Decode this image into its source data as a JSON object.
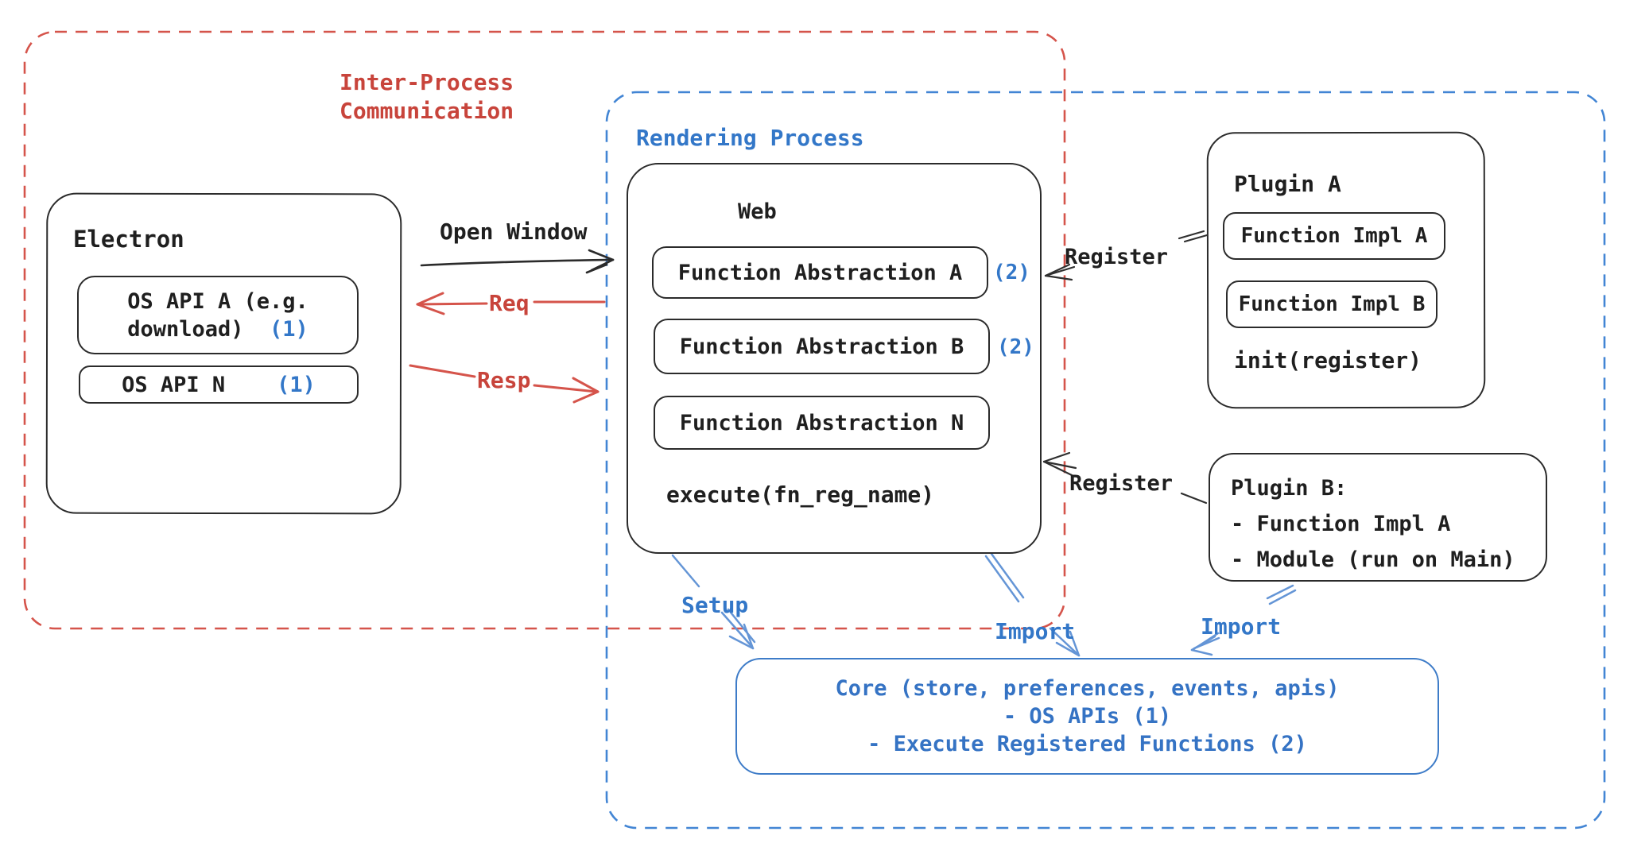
{
  "diagram": {
    "ipc_region": {
      "label_line1": "Inter-Process",
      "label_line2": "Communication"
    },
    "rendering_region": {
      "label": "Rendering Process"
    },
    "electron": {
      "title": "Electron",
      "api_a_line1": "OS API A (e.g.",
      "api_a_line2": "download)  ",
      "api_a_ref": "(1)",
      "api_n_name": "OS API N    ",
      "api_n_ref": "(1)"
    },
    "web": {
      "title": "Web",
      "fn_abstraction_a": "Function Abstraction A",
      "fn_abstraction_a_ref": "(2)",
      "fn_abstraction_b": "Function Abstraction B",
      "fn_abstraction_b_ref": "(2)",
      "fn_abstraction_n": "Function Abstraction N",
      "execute_label": "execute(fn_reg_name)"
    },
    "plugin_a": {
      "title": "Plugin A",
      "impl_a": "Function Impl A",
      "impl_b": "Function Impl B",
      "init_label": "init(register)"
    },
    "plugin_b": {
      "title": "Plugin B:",
      "item_1": "- Function Impl A",
      "item_2": "- Module (run on Main)"
    },
    "core": {
      "line1": "Core (store, preferences, events, apis)",
      "line2": "- OS APIs (1)",
      "line3": "- Execute Registered Functions (2)"
    },
    "connectors": {
      "open_window": "Open Window",
      "req": "Req",
      "resp": "Resp",
      "register_top": "Register",
      "register_bottom": "Register",
      "setup": "Setup",
      "import_mid": "Import",
      "import_right": "Import"
    },
    "colors": {
      "black_stroke": "#2b2b2b",
      "red_text": "#c8443b",
      "red_stroke": "#d5544b",
      "blue_dash": "#4285d4",
      "blue_text": "#3377c8",
      "core_border": "#3e7cc8",
      "core_text": "#3573c4",
      "blue_arrow": "#6495d6"
    }
  }
}
